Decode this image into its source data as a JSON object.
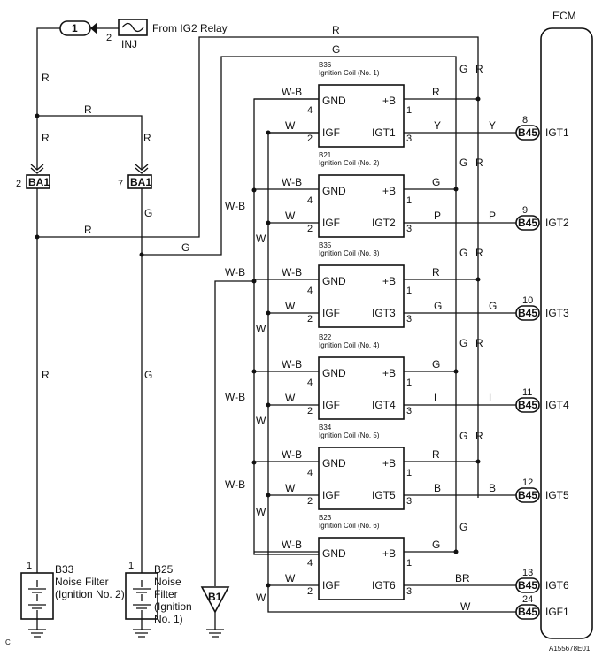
{
  "ecm": {
    "title": "ECM",
    "footer_code": "A155678E01",
    "corner_mark": "C"
  },
  "fuse": {
    "conn_num": "1",
    "pin": "2",
    "name": "INJ",
    "source": "From IG2 Relay"
  },
  "ba1": [
    {
      "pin": "2",
      "name": "BA1"
    },
    {
      "pin": "7",
      "name": "BA1"
    }
  ],
  "coils": [
    {
      "code": "B36",
      "desc": "Ignition Coil (No. 1)",
      "gnd": "GND",
      "igf": "IGF",
      "pb": "+B",
      "igt": "IGT1",
      "p4": "4",
      "p2": "2",
      "p1": "1",
      "p3": "3",
      "wire_pb": "R",
      "wire_igt": "Y"
    },
    {
      "code": "B21",
      "desc": "Ignition Coil (No. 2)",
      "gnd": "GND",
      "igf": "IGF",
      "pb": "+B",
      "igt": "IGT2",
      "p4": "4",
      "p2": "2",
      "p1": "1",
      "p3": "3",
      "wire_pb": "G",
      "wire_igt": "P"
    },
    {
      "code": "B35",
      "desc": "Ignition Coil (No. 3)",
      "gnd": "GND",
      "igf": "IGF",
      "pb": "+B",
      "igt": "IGT3",
      "p4": "4",
      "p2": "2",
      "p1": "1",
      "p3": "3",
      "wire_pb": "R",
      "wire_igt": "G"
    },
    {
      "code": "B22",
      "desc": "Ignition Coil (No. 4)",
      "gnd": "GND",
      "igf": "IGF",
      "pb": "+B",
      "igt": "IGT4",
      "p4": "4",
      "p2": "2",
      "p1": "1",
      "p3": "3",
      "wire_pb": "G",
      "wire_igt": "L"
    },
    {
      "code": "B34",
      "desc": "Ignition Coil (No. 5)",
      "gnd": "GND",
      "igf": "IGF",
      "pb": "+B",
      "igt": "IGT5",
      "p4": "4",
      "p2": "2",
      "p1": "1",
      "p3": "3",
      "wire_pb": "R",
      "wire_igt": "B"
    },
    {
      "code": "B23",
      "desc": "Ignition Coil (No. 6)",
      "gnd": "GND",
      "igf": "IGF",
      "pb": "+B",
      "igt": "IGT6",
      "p4": "4",
      "p2": "2",
      "p1": "1",
      "p3": "3",
      "wire_pb": "G",
      "wire_igt": "BR"
    }
  ],
  "ecm_pins": [
    {
      "num": "8",
      "conn": "B45",
      "name": "IGT1"
    },
    {
      "num": "9",
      "conn": "B45",
      "name": "IGT2"
    },
    {
      "num": "10",
      "conn": "B45",
      "name": "IGT3"
    },
    {
      "num": "11",
      "conn": "B45",
      "name": "IGT4"
    },
    {
      "num": "12",
      "conn": "B45",
      "name": "IGT5"
    },
    {
      "num": "13",
      "conn": "B45",
      "name": "IGT6"
    },
    {
      "num": "24",
      "conn": "B45",
      "name": "IGF1"
    }
  ],
  "filters": [
    {
      "pin": "1",
      "code": "B33",
      "lines": [
        "Noise Filter",
        "(Ignition No. 2)"
      ]
    },
    {
      "pin": "1",
      "code": "B25",
      "lines": [
        "Noise",
        "Filter",
        "(Ignition",
        "No. 1)"
      ]
    }
  ],
  "ground_b1": "B1",
  "wires": {
    "r": "R",
    "g": "G",
    "w": "W",
    "wb": "W-B",
    "igf_w": "W"
  }
}
